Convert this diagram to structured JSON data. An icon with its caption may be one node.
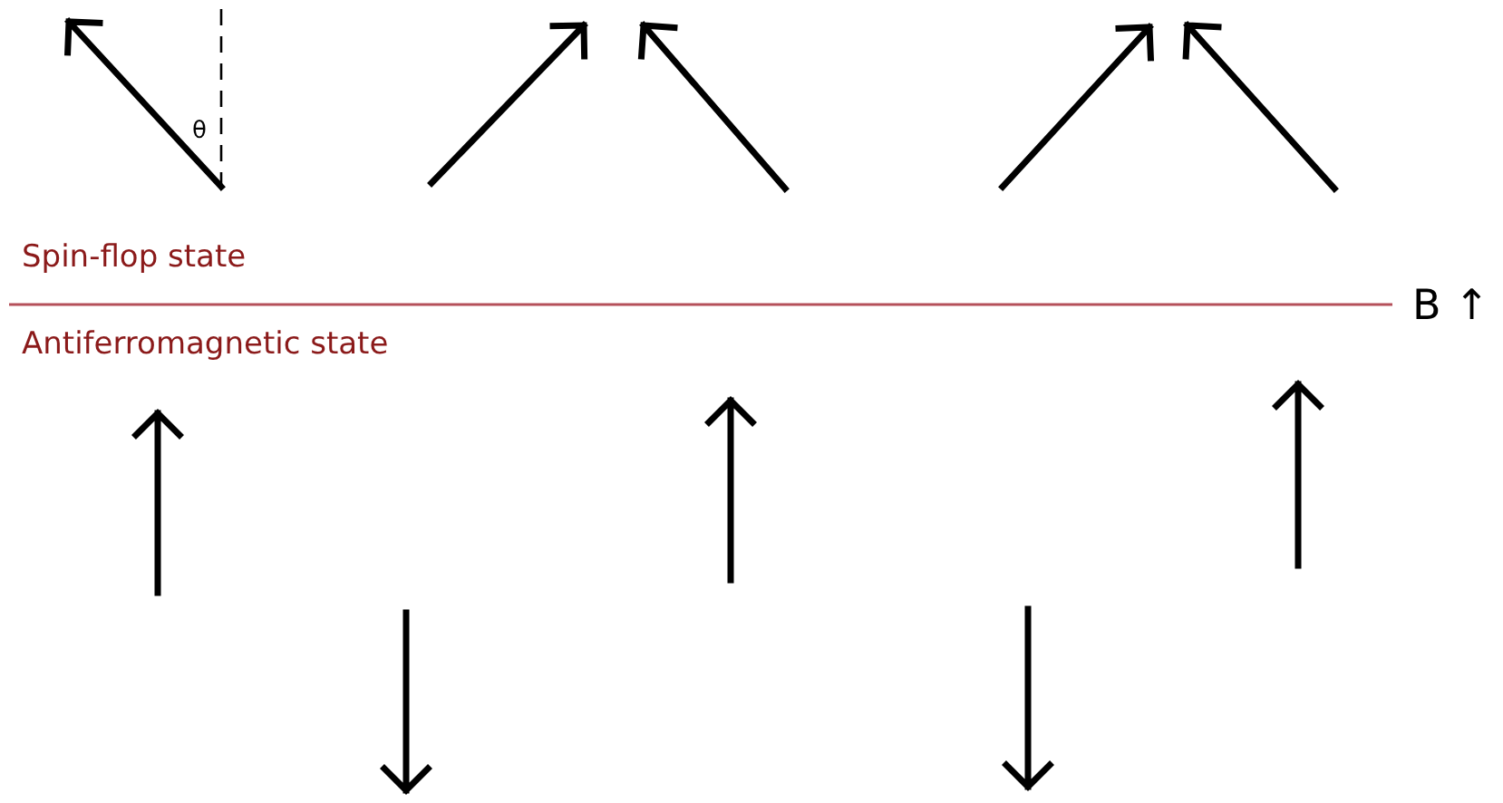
{
  "diagram": {
    "labels": [
      "θ",
      "Spin-flop state",
      "Antiferromagnetic state",
      "B ↑"
    ]
  }
}
